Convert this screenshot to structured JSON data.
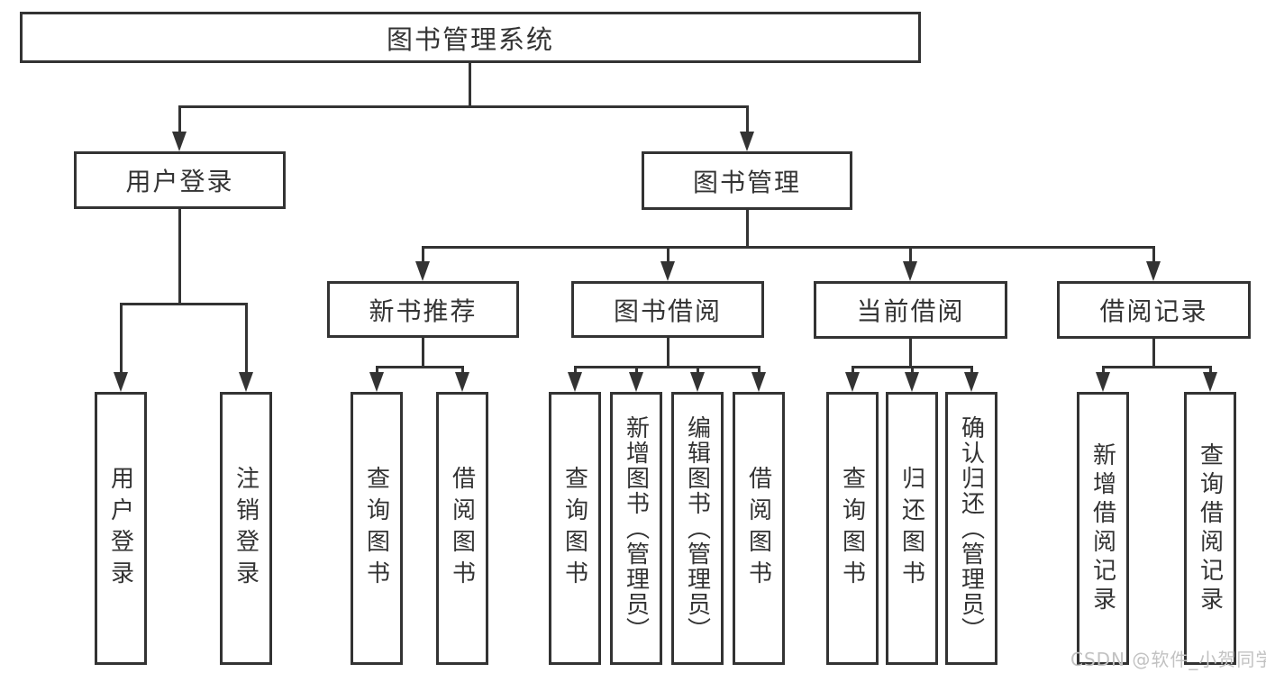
{
  "colors": {
    "line": "#333333",
    "text": "#333333",
    "box_background": "#ffffff",
    "page_background": "#ffffff",
    "watermark": "#c2c2c2"
  },
  "watermark": "CSDN @软件_小贺同学",
  "tree": {
    "label": "图书管理系统",
    "children": [
      {
        "label": "用户登录",
        "children": [
          {
            "label": "用户登录"
          },
          {
            "label": "注销登录"
          }
        ]
      },
      {
        "label": "图书管理",
        "children": [
          {
            "label": "新书推荐",
            "children": [
              {
                "label": "查询图书"
              },
              {
                "label": "借阅图书"
              }
            ]
          },
          {
            "label": "图书借阅",
            "children": [
              {
                "label": "查询图书"
              },
              {
                "label": "新增图书（管理员）"
              },
              {
                "label": "编辑图书（管理员）"
              },
              {
                "label": "借阅图书"
              }
            ]
          },
          {
            "label": "当前借阅",
            "children": [
              {
                "label": "查询图书"
              },
              {
                "label": "归还图书"
              },
              {
                "label": "确认归还（管理员）"
              }
            ]
          },
          {
            "label": "借阅记录",
            "children": [
              {
                "label": "新增借阅记录"
              },
              {
                "label": "查询借阅记录"
              }
            ]
          }
        ]
      }
    ]
  }
}
